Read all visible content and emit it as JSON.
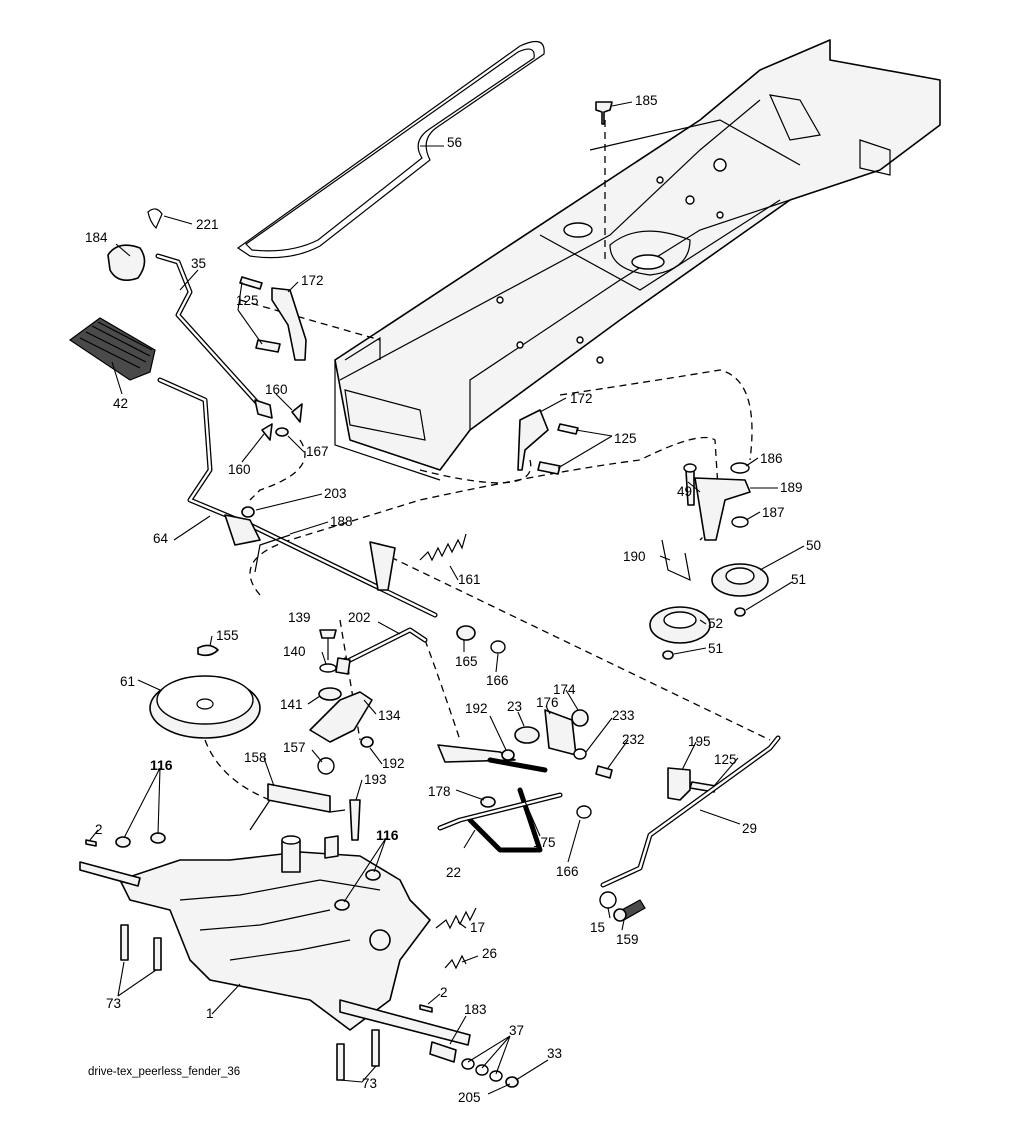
{
  "diagram": {
    "drawing_id": "drive-tex_peerless_fender_36",
    "callouts": [
      {
        "id": "c56",
        "label": "56"
      },
      {
        "id": "c185",
        "label": "185"
      },
      {
        "id": "c221",
        "label": "221"
      },
      {
        "id": "c184",
        "label": "184"
      },
      {
        "id": "c35",
        "label": "35"
      },
      {
        "id": "c172a",
        "label": "172"
      },
      {
        "id": "c125a",
        "label": "125"
      },
      {
        "id": "c42",
        "label": "42"
      },
      {
        "id": "c160a",
        "label": "160"
      },
      {
        "id": "c167",
        "label": "167"
      },
      {
        "id": "c160b",
        "label": "160"
      },
      {
        "id": "c172b",
        "label": "172"
      },
      {
        "id": "c125b",
        "label": "125"
      },
      {
        "id": "c186",
        "label": "186"
      },
      {
        "id": "c49",
        "label": "49"
      },
      {
        "id": "c189",
        "label": "189"
      },
      {
        "id": "c203",
        "label": "203"
      },
      {
        "id": "c188",
        "label": "188"
      },
      {
        "id": "c64",
        "label": "64"
      },
      {
        "id": "c187",
        "label": "187"
      },
      {
        "id": "c190",
        "label": "190"
      },
      {
        "id": "c50",
        "label": "50"
      },
      {
        "id": "c161",
        "label": "161"
      },
      {
        "id": "c51a",
        "label": "51"
      },
      {
        "id": "c139",
        "label": "139"
      },
      {
        "id": "c202",
        "label": "202"
      },
      {
        "id": "c52",
        "label": "52"
      },
      {
        "id": "c155",
        "label": "155"
      },
      {
        "id": "c140",
        "label": "140"
      },
      {
        "id": "c165",
        "label": "165"
      },
      {
        "id": "c51b",
        "label": "51"
      },
      {
        "id": "c166a",
        "label": "166"
      },
      {
        "id": "c61",
        "label": "61"
      },
      {
        "id": "c141",
        "label": "141"
      },
      {
        "id": "c134",
        "label": "134"
      },
      {
        "id": "c174",
        "label": "174"
      },
      {
        "id": "c192a",
        "label": "192"
      },
      {
        "id": "c23",
        "label": "23"
      },
      {
        "id": "c176",
        "label": "176"
      },
      {
        "id": "c233",
        "label": "233"
      },
      {
        "id": "c232",
        "label": "232"
      },
      {
        "id": "c195",
        "label": "195"
      },
      {
        "id": "c157",
        "label": "157"
      },
      {
        "id": "c192b",
        "label": "192"
      },
      {
        "id": "c125c",
        "label": "125"
      },
      {
        "id": "c158",
        "label": "158"
      },
      {
        "id": "c116a",
        "label": "116"
      },
      {
        "id": "c193",
        "label": "193"
      },
      {
        "id": "c178",
        "label": "178"
      },
      {
        "id": "c116b",
        "label": "116"
      },
      {
        "id": "c175",
        "label": "175"
      },
      {
        "id": "c29",
        "label": "29"
      },
      {
        "id": "c2a",
        "label": "2"
      },
      {
        "id": "c22",
        "label": "22"
      },
      {
        "id": "c166b",
        "label": "166"
      },
      {
        "id": "c17",
        "label": "17"
      },
      {
        "id": "c15",
        "label": "15"
      },
      {
        "id": "c159",
        "label": "159"
      },
      {
        "id": "c26",
        "label": "26"
      },
      {
        "id": "c73a",
        "label": "73"
      },
      {
        "id": "c2b",
        "label": "2"
      },
      {
        "id": "c1",
        "label": "1"
      },
      {
        "id": "c183",
        "label": "183"
      },
      {
        "id": "c37",
        "label": "37"
      },
      {
        "id": "c33",
        "label": "33"
      },
      {
        "id": "c73b",
        "label": "73"
      },
      {
        "id": "c205",
        "label": "205"
      }
    ]
  }
}
